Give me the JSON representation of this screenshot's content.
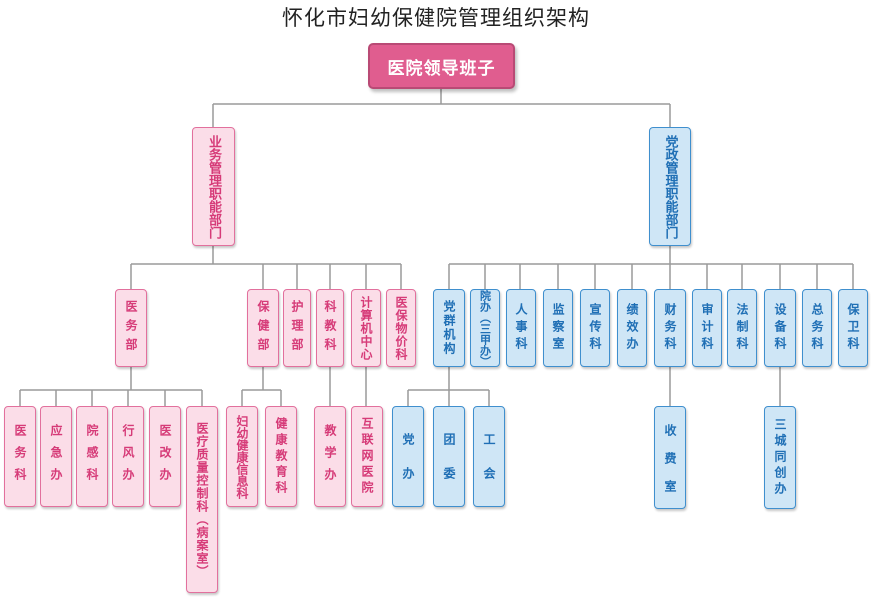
{
  "title": "怀化市妇幼保健院管理组织架构",
  "colors": {
    "root": "#e05d8f",
    "business": "#fbdde8",
    "party": "#cfe6f6",
    "line": "#999999"
  },
  "root": "医院领导班子",
  "business": {
    "label": "业务管理职能部门",
    "medical": {
      "label": "医务部",
      "children": [
        "医务科",
        "应急办",
        "院感科",
        "行风办",
        "医改办",
        "医疗质量控制科（病案室）"
      ]
    },
    "health": {
      "label": "保健部",
      "children": [
        "妇幼健康信息科",
        "健康教育科"
      ]
    },
    "nursing": {
      "label": "护理部"
    },
    "education": {
      "label": "科教科",
      "children": [
        "教学办"
      ]
    },
    "computing": {
      "label": "计算机中心",
      "children": [
        "互联网医院"
      ]
    },
    "insurance": {
      "label": "医保物价科"
    }
  },
  "party": {
    "label": "党政管理职能部门",
    "groups": {
      "label": "党群机构",
      "children": [
        "党办",
        "团委",
        "工会"
      ]
    },
    "office": {
      "label": "院办（三甲办）"
    },
    "hr": {
      "label": "人事科"
    },
    "supervision": {
      "label": "监察室"
    },
    "publicity": {
      "label": "宣传科"
    },
    "performance": {
      "label": "绩效办"
    },
    "finance": {
      "label": "财务科",
      "children": [
        "收费室"
      ]
    },
    "audit": {
      "label": "审计科"
    },
    "legal": {
      "label": "法制科"
    },
    "equipment": {
      "label": "设备科",
      "children": [
        "三城同创办"
      ]
    },
    "general": {
      "label": "总务科"
    },
    "security": {
      "label": "保卫科"
    }
  }
}
